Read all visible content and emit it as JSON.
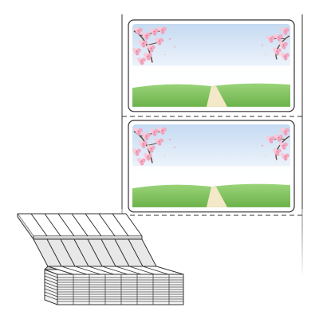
{
  "product": {
    "view": "fanfold-label-sheet",
    "label_count_visible": 2
  },
  "labels": [
    {
      "theme": "cherry-blossom-landscape"
    },
    {
      "theme": "cherry-blossom-landscape"
    }
  ],
  "colors": {
    "sky_top": "#c5daf2",
    "sky_bottom": "#ffffff",
    "grass": "#7cc35a",
    "path": "#f3e8c8",
    "blossom": "#f3b4c8",
    "branch": "#6b4a3a",
    "stock_line": "#444444",
    "stock_fill": "#e6e6e6"
  },
  "icons": [
    "cherry-blossom-icon",
    "fanfold-stack-icon"
  ]
}
